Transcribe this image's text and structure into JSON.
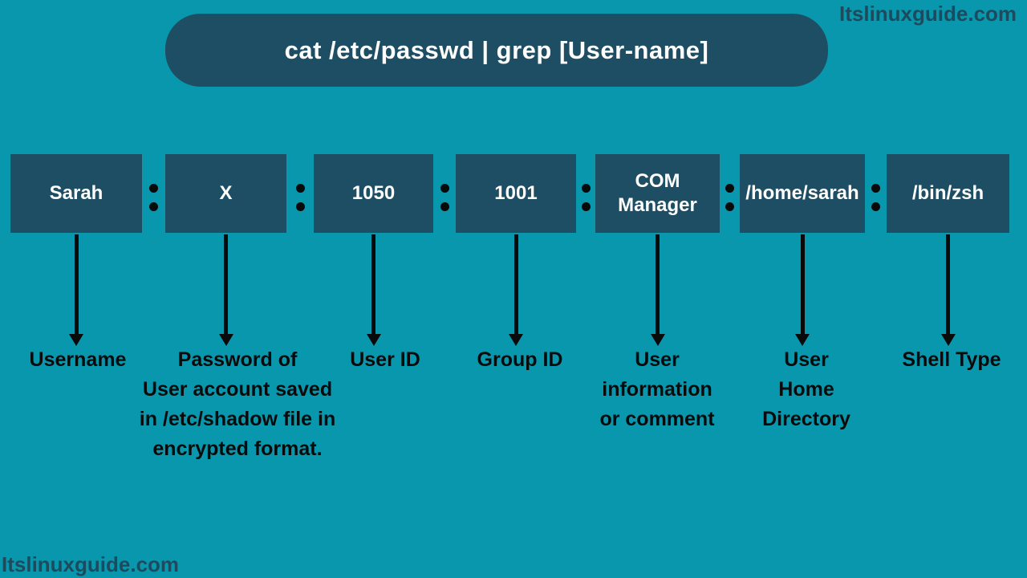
{
  "title": "cat /etc/passwd | grep [User-name]",
  "watermark_top": "Itslinuxguide.com",
  "watermark_bottom": "Itslinuxguide.com",
  "separator": ":",
  "colors": {
    "background": "#0897ad",
    "box": "#1d4e64",
    "box_text": "#ffffff",
    "label_text": "#0a0a0a",
    "watermark_text": "#1d4b5e"
  },
  "fields": [
    {
      "value": "Sarah",
      "label": "Username"
    },
    {
      "value": "X",
      "label": "Password of\nUser account saved\nin /etc/shadow file in\nencrypted format."
    },
    {
      "value": "1050",
      "label": "User ID"
    },
    {
      "value": "1001",
      "label": "Group ID"
    },
    {
      "value": "COM\nManager",
      "label": "User\ninformation\nor comment"
    },
    {
      "value": "/home/sarah",
      "label": "User\nHome\nDirectory"
    },
    {
      "value": "/bin/zsh",
      "label": "Shell Type"
    }
  ]
}
